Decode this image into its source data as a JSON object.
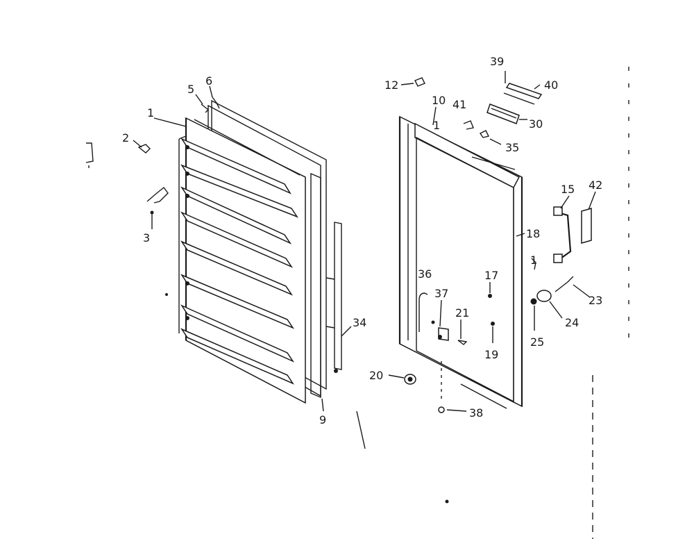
{
  "callouts": {
    "c1": "1",
    "c2": "2",
    "c3": "3",
    "c5": "5",
    "c6": "6",
    "c9": "9",
    "c10": "10",
    "c12": "12",
    "c15": "15",
    "c17": "17",
    "c18": "18",
    "c19": "19",
    "c20": "20",
    "c21": "21",
    "c23": "23",
    "c24": "24",
    "c25": "25",
    "c30": "30",
    "c34": "34",
    "c35": "35",
    "c36": "36",
    "c37": "37",
    "c38": "38",
    "c39": "39",
    "c40": "40",
    "c41": "41",
    "c42": "42",
    "c1b": "1",
    "c1c": "1"
  }
}
